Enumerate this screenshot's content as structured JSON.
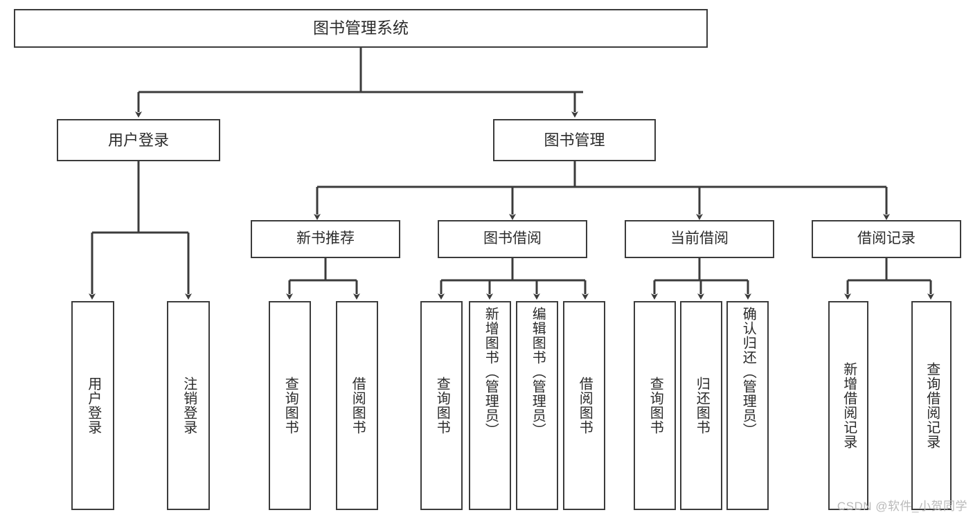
{
  "diagram": {
    "title": "图书管理系统",
    "watermark": "CSDN @软件_小贺同学",
    "colors": {
      "background": "#ffffff",
      "node_border": "#3b3b3b",
      "node_fill": "#ffffff",
      "text": "#2b2b2b",
      "edge": "#3b3b3b",
      "watermark": "#b9b9b9"
    },
    "root": {
      "label": "图书管理系统"
    },
    "level2": [
      {
        "label": "用户登录"
      },
      {
        "label": "图书管理"
      }
    ],
    "level3": [
      {
        "label": "新书推荐"
      },
      {
        "label": "图书借阅"
      },
      {
        "label": "当前借阅"
      },
      {
        "label": "借阅记录"
      }
    ],
    "leaves": {
      "user_login": [
        {
          "label": "用户登录"
        },
        {
          "label": "注销登录"
        }
      ],
      "new_book_recommend": [
        {
          "label": "查询图书"
        },
        {
          "label": "借阅图书"
        }
      ],
      "book_borrow": [
        {
          "label": "查询图书"
        },
        {
          "label": "新增图书（管理员）"
        },
        {
          "label": "编辑图书（管理员）"
        },
        {
          "label": "借阅图书"
        }
      ],
      "current_borrow": [
        {
          "label": "查询图书"
        },
        {
          "label": "归还图书"
        },
        {
          "label": "确认归还（管理员）"
        }
      ],
      "borrow_record": [
        {
          "label": "新增借阅记录"
        },
        {
          "label": "查询借阅记录"
        }
      ]
    }
  }
}
